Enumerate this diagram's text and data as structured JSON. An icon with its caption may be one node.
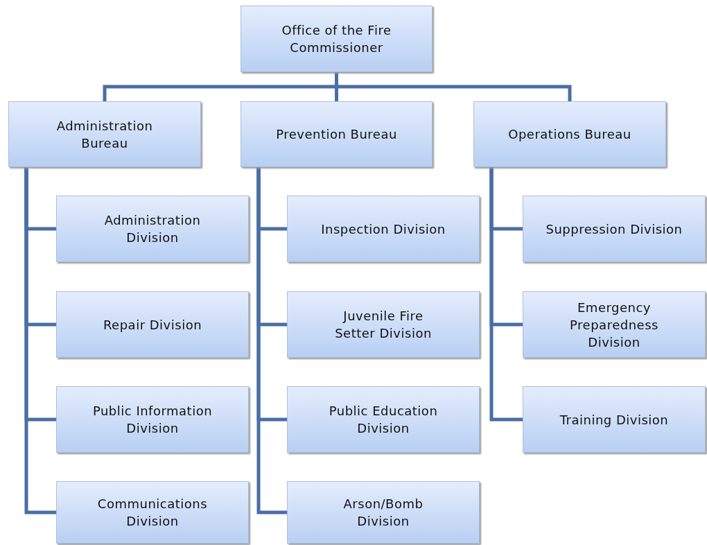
{
  "diagram": {
    "nodes": [
      {
        "text": [
          "Office of the Fire Commissioner"
        ]
      },
      {
        "text": [
          "Administration Bureau"
        ]
      },
      {
        "text": [
          "Prevention Bureau"
        ]
      },
      {
        "text": [
          "Operations Bureau"
        ]
      },
      {
        "text": [
          "Administration Division"
        ]
      },
      {
        "text": [
          "Repair Division"
        ]
      },
      {
        "text": [
          "Public Information Division"
        ]
      },
      {
        "text": [
          "Communications Division"
        ]
      },
      {
        "text": [
          "Inspection Division"
        ]
      },
      {
        "text": [
          "Juvenile Fire Setter Division"
        ]
      },
      {
        "text": [
          "Public Education Division"
        ]
      },
      {
        "text": [
          "Arson/Bomb Division"
        ]
      },
      {
        "text": [
          "Suppression Division"
        ]
      },
      {
        "text": [
          "Emergency Preparedness Division"
        ]
      },
      {
        "text": [
          "Training Division"
        ]
      }
    ],
    "edges": [
      {
        "from": 0,
        "to": 1,
        "arrow": "none"
      },
      {
        "from": 0,
        "to": 2,
        "arrow": "none"
      },
      {
        "from": 0,
        "to": 3,
        "arrow": "none"
      },
      {
        "from": 1,
        "to": 4,
        "arrow": "none"
      },
      {
        "from": 1,
        "to": 5,
        "arrow": "none"
      },
      {
        "from": 1,
        "to": 6,
        "arrow": "none"
      },
      {
        "from": 1,
        "to": 7,
        "arrow": "none"
      },
      {
        "from": 2,
        "to": 8,
        "arrow": "none"
      },
      {
        "from": 2,
        "to": 9,
        "arrow": "none"
      },
      {
        "from": 2,
        "to": 10,
        "arrow": "none"
      },
      {
        "from": 2,
        "to": 11,
        "arrow": "none"
      },
      {
        "from": 3,
        "to": 12,
        "arrow": "none"
      },
      {
        "from": 3,
        "to": 13,
        "arrow": "none"
      },
      {
        "from": 3,
        "to": 14,
        "arrow": "none"
      }
    ]
  }
}
